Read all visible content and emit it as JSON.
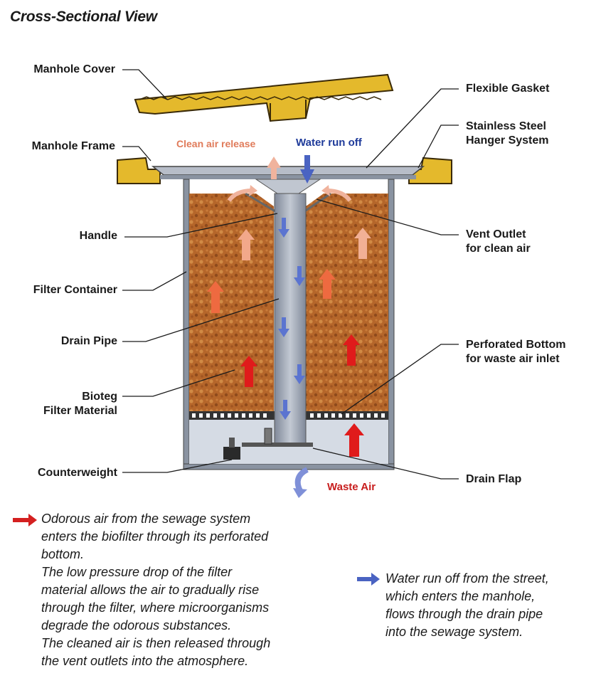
{
  "title": "Cross-Sectional View",
  "labels": {
    "manhole_cover": "Manhole Cover",
    "manhole_frame": "Manhole Frame",
    "handle": "Handle",
    "filter_container": "Filter Container",
    "drain_pipe": "Drain Pipe",
    "bioteg_line1": "Bioteg",
    "bioteg_line2": "Filter Material",
    "counterweight": "Counterweight",
    "flexible_gasket": "Flexible Gasket",
    "hanger_line1": "Stainless Steel",
    "hanger_line2": "Hanger System",
    "vent_line1": "Vent Outlet",
    "vent_line2": "for clean air",
    "perforated_line1": "Perforated Bottom",
    "perforated_line2": "for waste air inlet",
    "drain_flap": "Drain Flap",
    "clean_air_release": "Clean air release",
    "water_run_off": "Water run off",
    "waste_air": "Waste Air"
  },
  "colors": {
    "cover_yellow": "#e4b92c",
    "filter_brown": "#b5662a",
    "steel_grey": "#9aa3b1",
    "air_red": "#d42020",
    "water_blue": "#4a63c2",
    "clean_air_text": "#e07b5a",
    "water_text": "#1f3b9a",
    "waste_text": "#c81e1e"
  },
  "legend": {
    "air": {
      "icon": "red-arrow-icon",
      "lines": [
        "Odorous air from the sewage system",
        "enters the biofilter through its perforated",
        "bottom.",
        "The low pressure drop of the filter",
        "material allows the air to gradually rise",
        "through the filter, where microorganisms",
        "degrade the odorous substances.",
        "The cleaned air is then released through",
        "the vent outlets into the atmosphere."
      ]
    },
    "water": {
      "icon": "blue-arrow-icon",
      "lines": [
        "Water run off from the street,",
        "which enters the manhole,",
        "flows through the drain pipe",
        "into the sewage system."
      ]
    }
  }
}
